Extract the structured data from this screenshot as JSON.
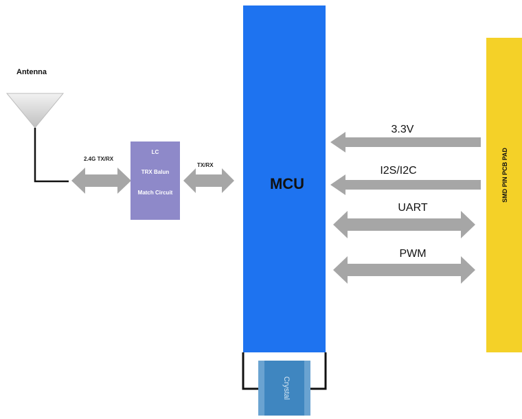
{
  "colors": {
    "mcu_fill": "#1e73f0",
    "pad_fill": "#f4d128",
    "lc_fill": "#8e89c9",
    "crystal_fill": "#3f86c0",
    "arrow_fill": "#a6a6a6",
    "wire": "#111111"
  },
  "antenna": {
    "label": "Antenna",
    "icon": "antenna-triangle-icon"
  },
  "links": {
    "antenna_to_lc": "2.4G TX/RX",
    "lc_to_mcu": "TX/RX"
  },
  "lc_block": {
    "line1": "LC",
    "line2": "TRX Balun",
    "line3": "Match Circuit"
  },
  "mcu": {
    "label": "MCU"
  },
  "crystal": {
    "label": "Crystal"
  },
  "pad": {
    "label": "SMD PIN PCB PAD"
  },
  "buses": [
    {
      "label": "3.3V",
      "direction": "pad-to-mcu"
    },
    {
      "label": "I2S/I2C",
      "direction": "pad-to-mcu"
    },
    {
      "label": "UART",
      "direction": "bidirectional"
    },
    {
      "label": "PWM",
      "direction": "bidirectional"
    }
  ]
}
